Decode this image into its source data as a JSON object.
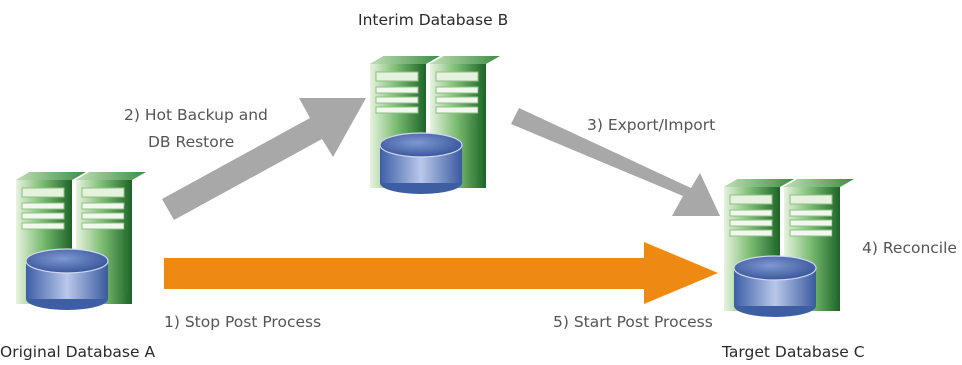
{
  "colors": {
    "primary_arrow": "#ee8a12",
    "secondary_arrow": "#a8a8a8",
    "server_green_dark": "#1f6b2a",
    "server_green_light": "#cfe6c4",
    "disk_blue": "#4b6bb0"
  },
  "nodes": {
    "original": {
      "label": "Original Database A",
      "icon": "server-with-disk-icon"
    },
    "interim": {
      "label": "Interim Database B",
      "icon": "server-with-disk-icon"
    },
    "target": {
      "label": "Target Database C",
      "icon": "server-with-disk-icon"
    }
  },
  "steps": {
    "hot_backup_line1": "2) Hot Backup and",
    "hot_backup_line2": "DB Restore",
    "export_import": "3) Export/Import",
    "reconcile": "4) Reconcile",
    "stop_post": "1) Stop Post Process",
    "start_post": "5) Start Post Process"
  }
}
